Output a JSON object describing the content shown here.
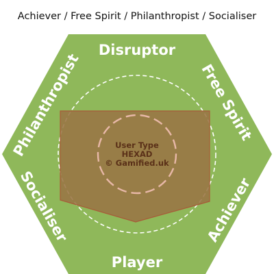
{
  "title": "Achiever / Free Spirit / Philanthropist / Socialiser",
  "hexad": {
    "labels": {
      "top": "Disruptor",
      "upper_right": "Free Spirit",
      "lower_right": "Achiever",
      "bottom": "Player",
      "lower_left": "Socialiser",
      "upper_left": "Philanthropist"
    },
    "center": {
      "line1": "User Type",
      "line2": "HEXAD",
      "line3": "© Gamified.uk"
    }
  },
  "colors": {
    "hexagon_fill": "#8fb85a",
    "highlight_fill": "#9a7444",
    "highlight_stroke": "#a85a38",
    "center_text": "#5a3018",
    "dashed_outer": "#ffffff",
    "dashed_inner": "#e8b8a8"
  }
}
